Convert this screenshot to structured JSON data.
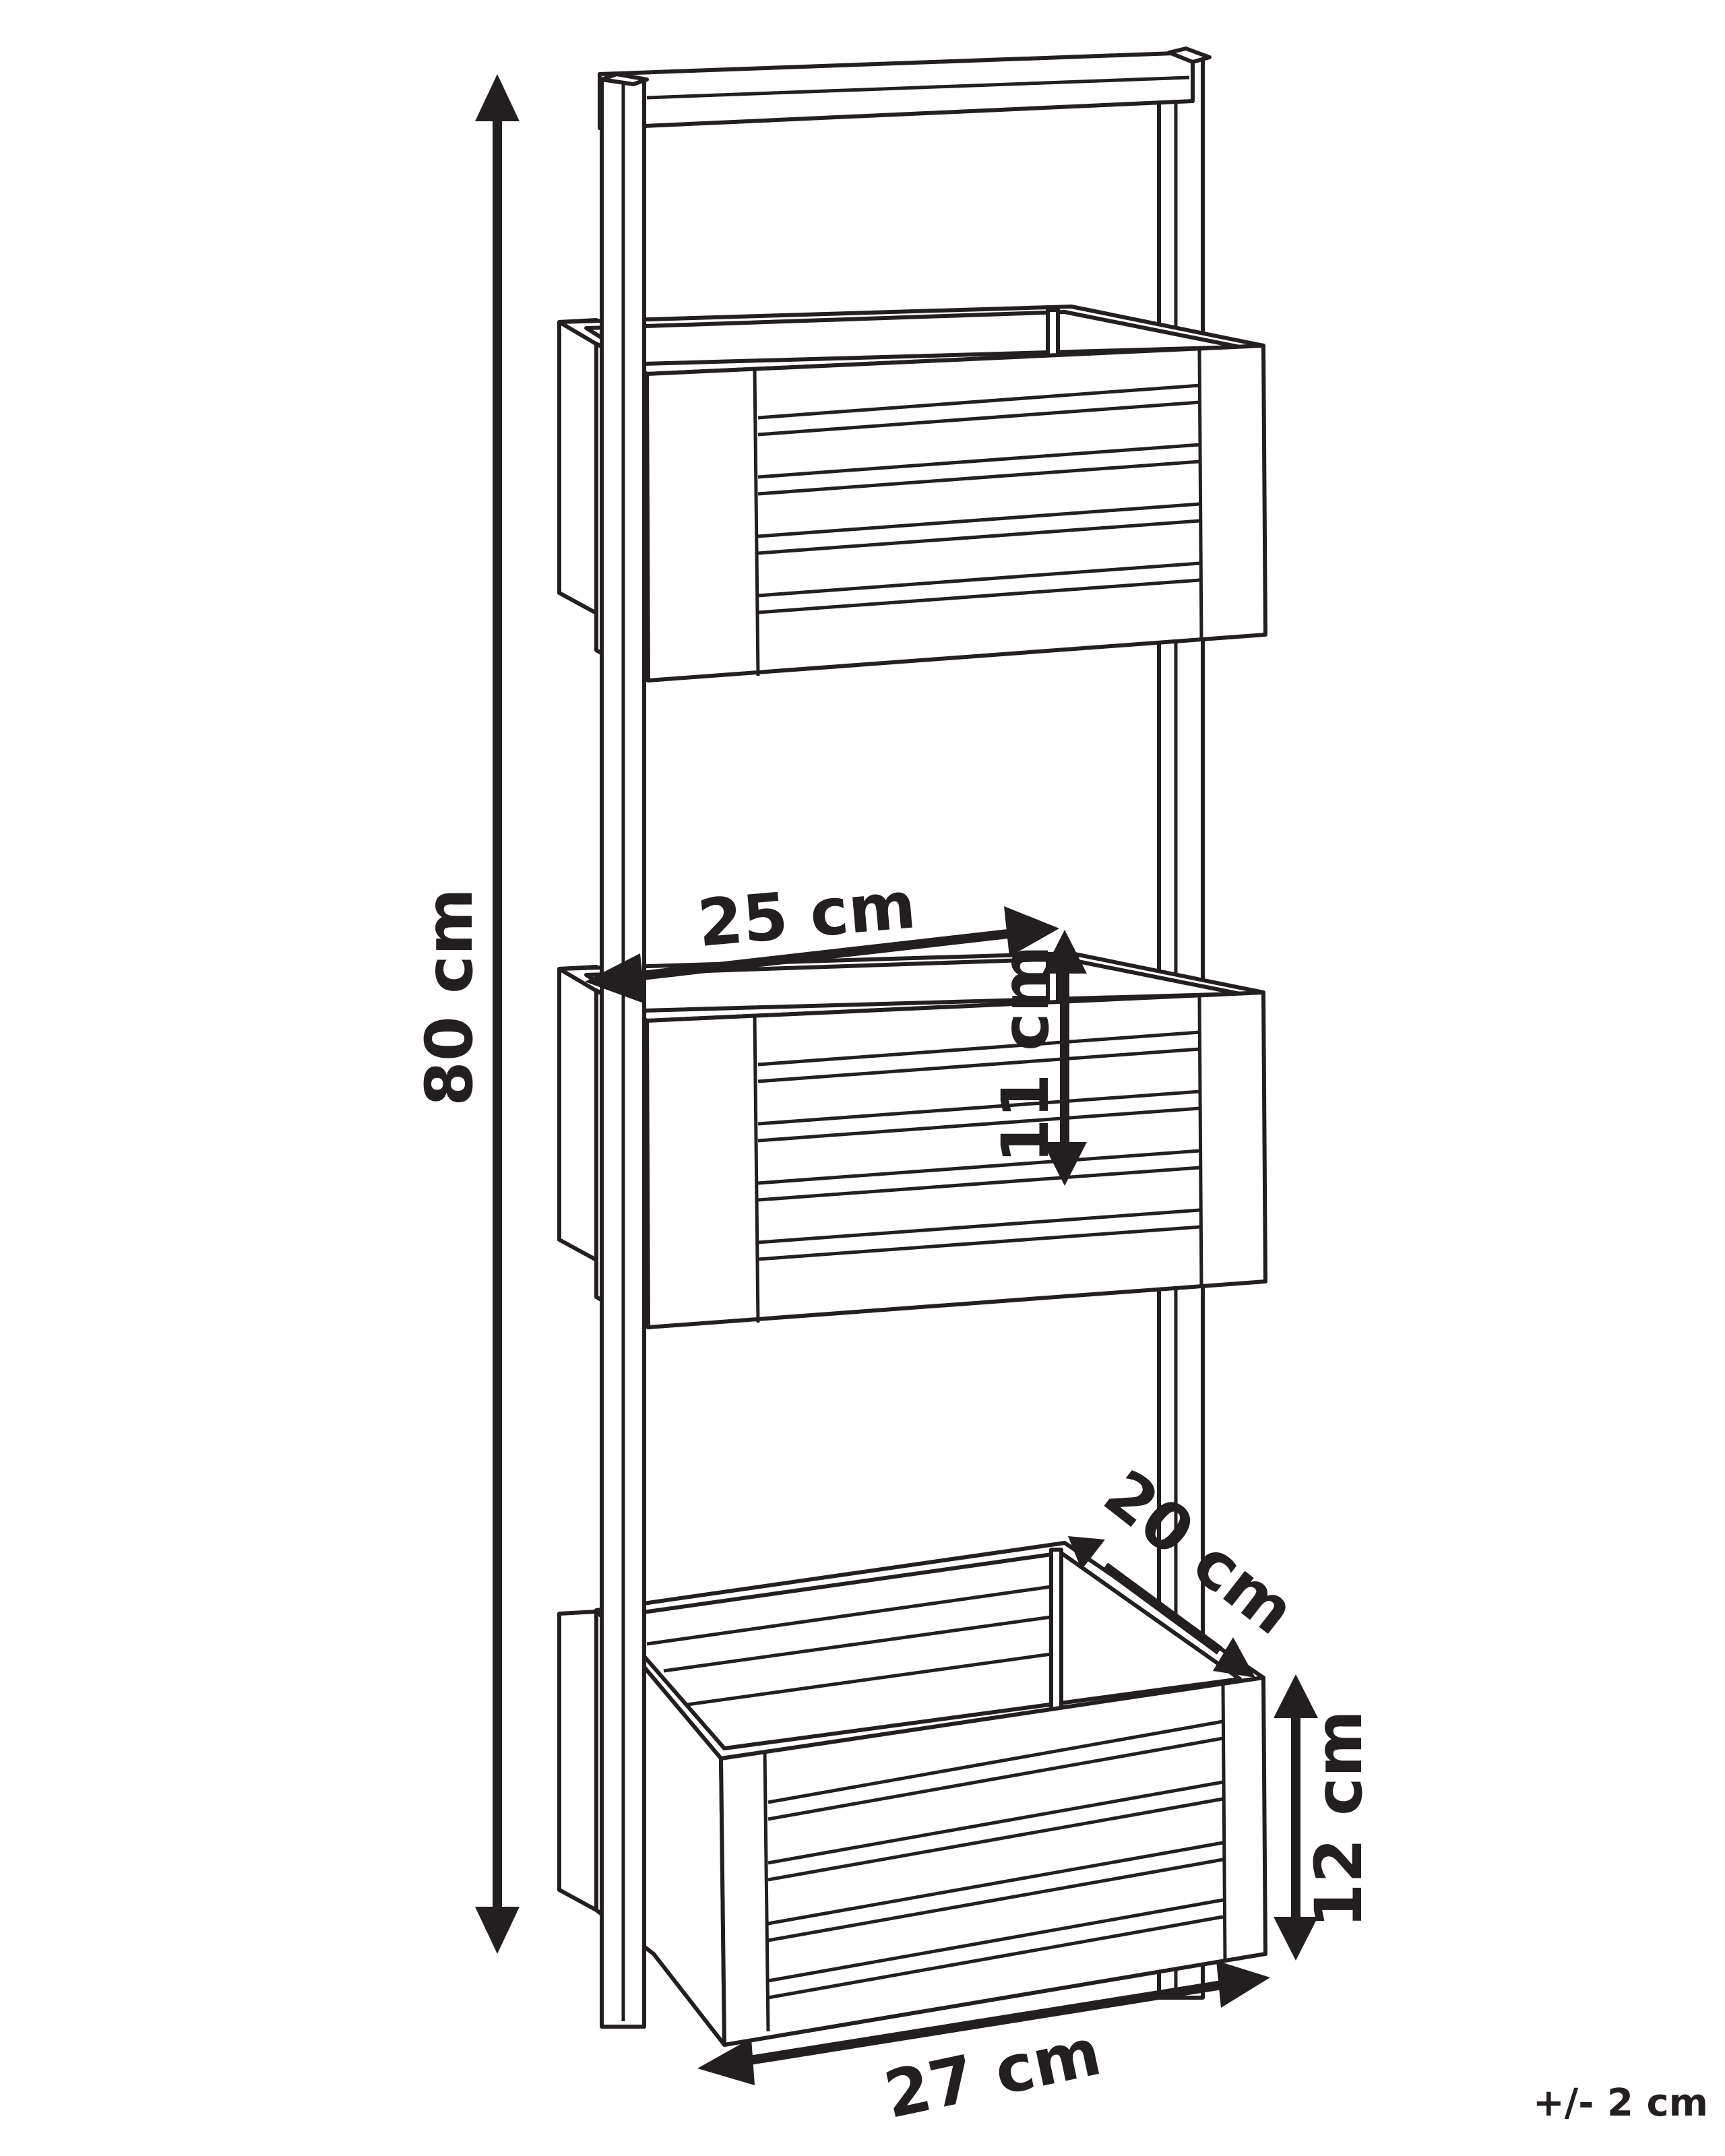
{
  "diagram": {
    "subject": "3-tier leaning crate shelf",
    "tiers": 3,
    "dimensions": {
      "overall_height": "80 cm",
      "crate_width_top": "25 cm",
      "crate_inner_height": "11 cm",
      "crate_depth": "20 cm",
      "crate_height": "12 cm",
      "crate_width_bottom": "27 cm"
    },
    "tolerance": "+/- 2 cm",
    "colors": {
      "line": "#231f20",
      "background": "#ffffff"
    }
  }
}
